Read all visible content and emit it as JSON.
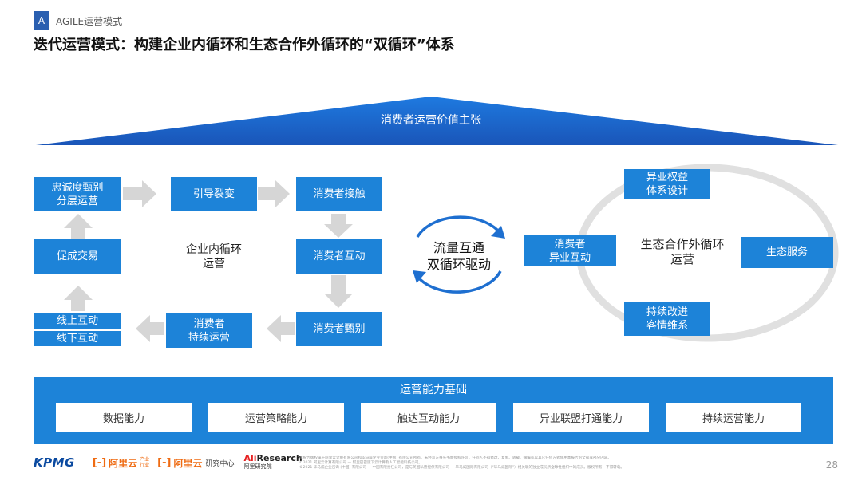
{
  "header": {
    "section_letter": "A",
    "section_name": "AGILE运营模式",
    "title": "迭代运营模式：构建企业内循环和生态合作外循环的“双循环”体系"
  },
  "roof": {
    "label": "消费者运营价值主张"
  },
  "inner_loop": {
    "center_label_line1": "企业内循环",
    "center_label_line2": "运营",
    "boxes": {
      "loyalty_line1": "忠诚度甄别",
      "loyalty_line2": "分层运营",
      "guide": "引导裂变",
      "contact": "消费者接触",
      "interact": "消费者互动",
      "identify": "消费者甄别",
      "sustain_line1": "消费者",
      "sustain_line2": "持续运营",
      "online": "线上互动",
      "offline": "线下互动",
      "deal": "促成交易"
    }
  },
  "middle": {
    "line1": "流量互通",
    "line2": "双循环驱动"
  },
  "outer_loop": {
    "center_label_line1": "生态合作外循环",
    "center_label_line2": "运营",
    "boxes": {
      "rights_line1": "异业权益",
      "rights_line2": "体系设计",
      "consumer_line1": "消费者",
      "consumer_line2": "异业互动",
      "service": "生态服务",
      "improve_line1": "持续改进",
      "improve_line2": "客情维系"
    }
  },
  "foundation": {
    "title": "运营能力基础",
    "capabilities": [
      "数据能力",
      "运营策略能力",
      "触达互动能力",
      "异业联盟打通能力",
      "持续运营能力"
    ]
  },
  "footer": {
    "kpmg": "KPMG",
    "aliyun_industry": "阿里云",
    "aliyun_industry_sub1": "产业",
    "aliyun_industry_sub2": "行业",
    "aliyun_research": "阿里云",
    "aliyun_research_sub": "研究中心",
    "aliresearch_a": "Ali",
    "aliresearch_b": "Research",
    "aliresearch_cn": "阿里研究院",
    "disclaimer_line1": "本报告版权属于阿里云计算有限公司和毕马威企业咨询(中国) 有限公司所有。未经双方事先书面授权许可，任何人不得修改、复制、转载、摘编或以其它任何方式使用本报告的全部或部分内容。",
    "disclaimer_line2": "©2021 阿里云计算有限公司 — 阿里巴巴旗下云计算及人工智能科技公司。",
    "disclaimer_line3": "©2021 毕马威企业咨询 (中国) 有限公司 — 中国有限责任公司，是与英国私营担保有限公司 — 毕马威国际有限公司（“毕马威国际”）相关联的独立成员所全球性组织中的成员。版权所有，不得转载。",
    "page_number": "28"
  },
  "colors": {
    "primary": "#1d83d8",
    "roof": "#1d62c4",
    "arrow_gray": "#d3d3d3",
    "cycle_arrow": "#1e6fd0"
  }
}
